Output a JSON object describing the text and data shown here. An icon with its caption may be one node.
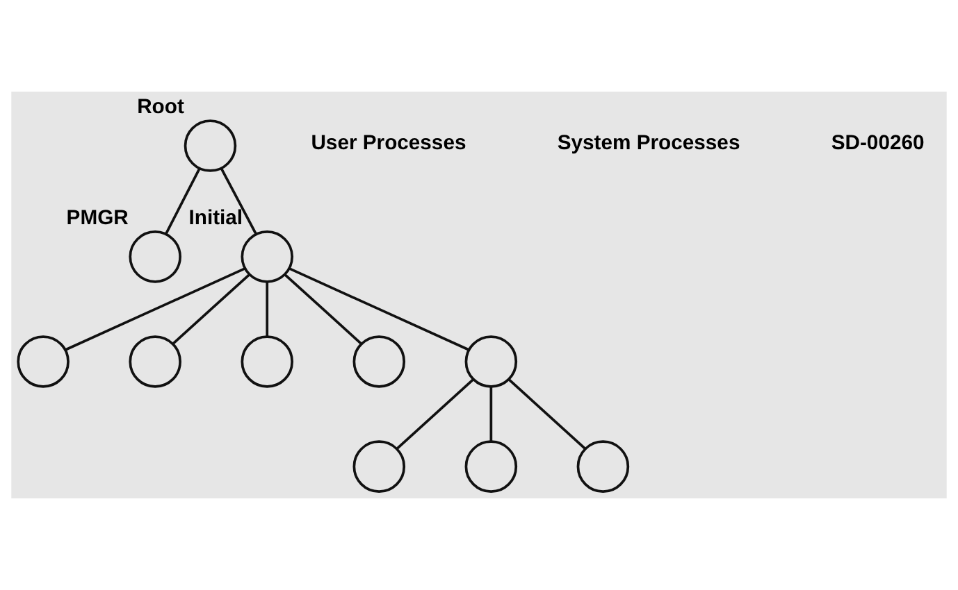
{
  "diagram": {
    "nodes": [
      {
        "text": [],
        "shape": "circle",
        "beside": [
          "Root"
        ]
      },
      {
        "text": [],
        "shape": "circle",
        "beside": [
          "PMGR"
        ]
      },
      {
        "text": [],
        "shape": "circle",
        "beside": [
          "Initial"
        ]
      },
      {
        "text": [],
        "shape": "circle"
      },
      {
        "text": [],
        "shape": "circle"
      },
      {
        "text": [],
        "shape": "circle"
      },
      {
        "text": [],
        "shape": "circle"
      },
      {
        "text": [],
        "shape": "circle"
      },
      {
        "text": [],
        "shape": "circle"
      },
      {
        "text": [],
        "shape": "circle"
      },
      {
        "text": [],
        "shape": "circle"
      }
    ],
    "edges": [
      {
        "from": 0,
        "to": 1,
        "arrow": "none"
      },
      {
        "from": 0,
        "to": 2,
        "arrow": "none"
      },
      {
        "from": 2,
        "to": 3,
        "arrow": "none"
      },
      {
        "from": 2,
        "to": 7,
        "arrow": "none"
      },
      {
        "from": 2,
        "to": 4,
        "arrow": "none"
      },
      {
        "from": 2,
        "to": 5,
        "arrow": "none"
      },
      {
        "from": 2,
        "to": 6,
        "arrow": "none"
      },
      {
        "from": 7,
        "to": 8,
        "arrow": "none"
      },
      {
        "from": 7,
        "to": 9,
        "arrow": "none"
      },
      {
        "from": 7,
        "to": 10,
        "arrow": "none"
      }
    ],
    "labels": [
      "User Processes",
      "System Processes",
      "SD-00260"
    ]
  }
}
